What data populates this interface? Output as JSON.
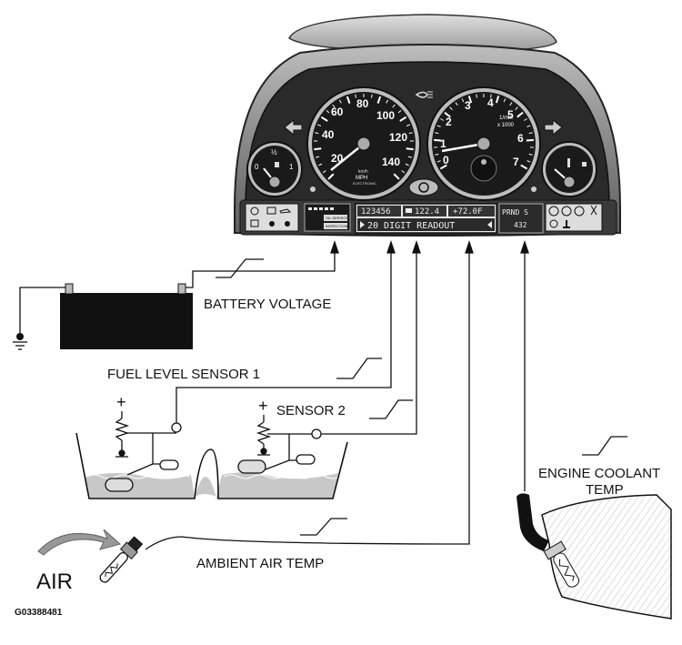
{
  "cluster": {
    "speedo_ticks": [
      "20",
      "40",
      "60",
      "80",
      "100",
      "120",
      "140"
    ],
    "speedo_units": "MPH",
    "speedo_sub": "km/h",
    "speedo_brand": "ELECTRONIC",
    "tacho_ticks": [
      "0",
      "1",
      "2",
      "3",
      "4",
      "5",
      "6",
      "7"
    ],
    "tacho_units": "1/min",
    "tacho_mult": "x 1000",
    "fuel_marks": [
      "0",
      "½",
      "1"
    ],
    "odometer": "123456",
    "trip": "122.4",
    "temperature": "+72.0F",
    "readout": "20 DIGIT READOUT",
    "gear": "PRND S",
    "gear_sub": "432",
    "service": "OIL SERVICE",
    "inspection": "INSPECTION"
  },
  "labels": {
    "battery": "BATTERY VOLTAGE",
    "fuel1": "FUEL LEVEL SENSOR 1",
    "sensor2": "SENSOR 2",
    "coolant_line1": "ENGINE COOLANT",
    "coolant_line2": "TEMP",
    "ambient": "AMBIENT AIR TEMP",
    "air": "AIR",
    "figure_code": "G03388481",
    "plus1": "+",
    "plus2": "+"
  },
  "colors": {
    "ink": "#111111",
    "housing": "#7a7a7a",
    "face": "#1c1c1c",
    "battery": "#111111",
    "liquid": "#b9b9b9",
    "lcd": "#2a2a2a"
  }
}
